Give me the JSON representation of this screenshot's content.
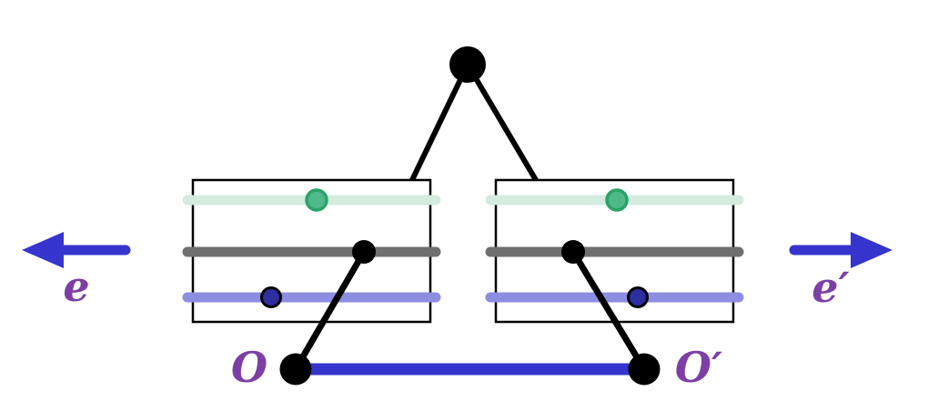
{
  "diagram": {
    "description": "Two frames with three colored bars each, apex vertex, and baseline O–O′ segment with opposite arrows e and e′",
    "labels": {
      "left_arrow": "e",
      "right_arrow": "e′",
      "origin_left": "O",
      "origin_right": "O′"
    }
  },
  "colors": {
    "blue": "#3535cd",
    "purple": "#7d3fa5",
    "mint": "#d3ecdf",
    "gray": "#6f6f6f",
    "periwinkle": "#8d8de2",
    "green_fill": "#4fb989",
    "green_stroke": "#2aa367",
    "navy_fill": "#2e2ea0"
  }
}
